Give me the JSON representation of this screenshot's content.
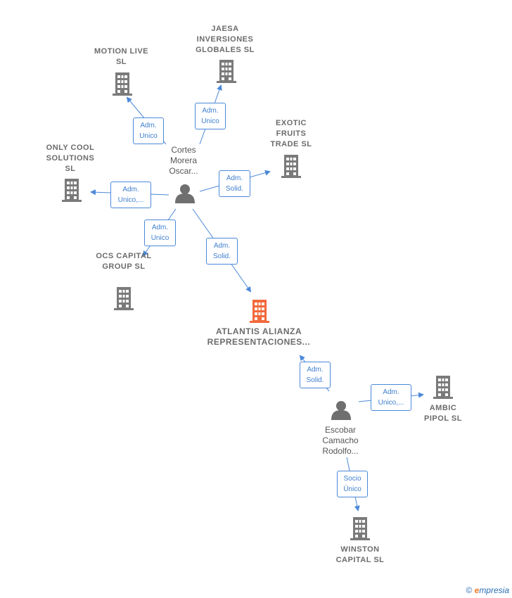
{
  "colors": {
    "company": "#7a7a7a",
    "main_company": "#f26a3b",
    "person": "#6f6f6f",
    "edge": "#4a88d8"
  },
  "nodes": {
    "motion": {
      "label": "MOTION LIVE SL",
      "icon": "building-icon"
    },
    "jaesa": {
      "label": "JAESA INVERSIONES GLOBALES SL",
      "icon": "building-icon"
    },
    "exotic": {
      "label": "EXOTIC FRUITS TRADE SL",
      "icon": "building-icon"
    },
    "onlycool": {
      "label": "ONLY COOL SOLUTIONS SL",
      "icon": "building-icon"
    },
    "ocs": {
      "label": "OCS CAPITAL GROUP SL",
      "icon": "building-icon"
    },
    "atlantis": {
      "label": "ATLANTIS ALIANZA REPRESENTACIONES...",
      "icon": "building-icon"
    },
    "ambic": {
      "label": "AMBIC PIPOL SL",
      "icon": "building-icon"
    },
    "winston": {
      "label": "WINSTON CAPITAL SL",
      "icon": "building-icon"
    },
    "cortes": {
      "label": "Cortes Morera Oscar...",
      "icon": "person-icon"
    },
    "escobar": {
      "label": "Escobar Camacho Rodolfo...",
      "icon": "person-icon"
    }
  },
  "edges": {
    "cortes_motion": "Adm. Unico",
    "cortes_jaesa": "Adm. Unico",
    "cortes_exotic": "Adm. Solid.",
    "cortes_onlycool": "Adm. Unico,...",
    "cortes_ocs": "Adm. Unico",
    "cortes_atlantis": "Adm. Solid.",
    "escobar_atlantis": "Adm. Solid.",
    "escobar_ambic": "Adm. Unico,...",
    "escobar_winston": "Socio Único"
  },
  "footer": {
    "copyright": "©",
    "brand_initial": "e",
    "brand_rest": "mpresia"
  }
}
